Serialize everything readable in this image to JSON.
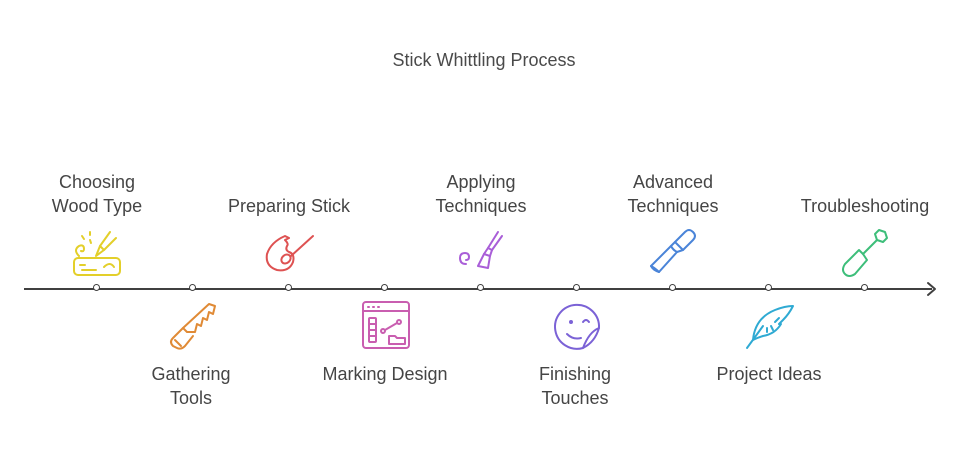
{
  "diagram": {
    "title": "Stick Whittling Process",
    "type": "timeline",
    "steps": [
      {
        "label_line1": "Choosing",
        "label_line2": "Wood Type",
        "position": "above",
        "icon": "whittling-wood-icon",
        "color": "#E3CF2A"
      },
      {
        "label_line1": "Gathering",
        "label_line2": "Tools",
        "position": "below",
        "icon": "saw-icon",
        "color": "#E08A35"
      },
      {
        "label_line1": "Preparing Stick",
        "label_line2": "",
        "position": "above",
        "icon": "fire-stick-icon",
        "color": "#DE5252"
      },
      {
        "label_line1": "Marking Design",
        "label_line2": "",
        "position": "below",
        "icon": "design-window-icon",
        "color": "#C95EB0"
      },
      {
        "label_line1": "Applying",
        "label_line2": "Techniques",
        "position": "above",
        "icon": "brush-swirl-icon",
        "color": "#A95ED8"
      },
      {
        "label_line1": "Finishing",
        "label_line2": "Touches",
        "position": "below",
        "icon": "sticker-smile-icon",
        "color": "#7B62D6"
      },
      {
        "label_line1": "Advanced",
        "label_line2": "Techniques",
        "position": "above",
        "icon": "chisel-icon",
        "color": "#4A84D8"
      },
      {
        "label_line1": "Project Ideas",
        "label_line2": "",
        "position": "below",
        "icon": "feather-icon",
        "color": "#2FAAD3"
      },
      {
        "label_line1": "Troubleshooting",
        "label_line2": "",
        "position": "above",
        "icon": "screwdriver-icon",
        "color": "#3DBE7A"
      }
    ]
  }
}
